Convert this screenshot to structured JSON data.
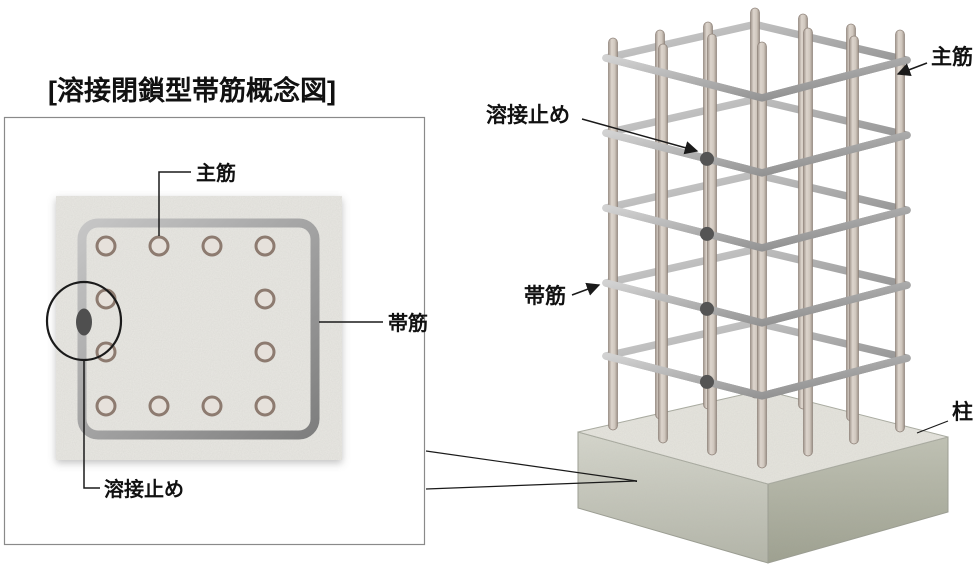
{
  "title": "[溶接閉鎖型帯筋概念図]",
  "cross_section": {
    "labels": {
      "main_bar": "主筋",
      "hoop": "帯筋",
      "weld_stop": "溶接止め"
    }
  },
  "column_3d": {
    "labels": {
      "weld_stop": "溶接止め",
      "main_bar": "主筋",
      "hoop": "帯筋",
      "column": "柱"
    }
  },
  "colors": {
    "hoop_gray": "#9a9a9a",
    "weld_dot": "#545454",
    "rebar_outline": "#8d7b70",
    "concrete": "#e9e8e3",
    "column_face": "#c6c8bc",
    "line": "#1a1a1a"
  }
}
